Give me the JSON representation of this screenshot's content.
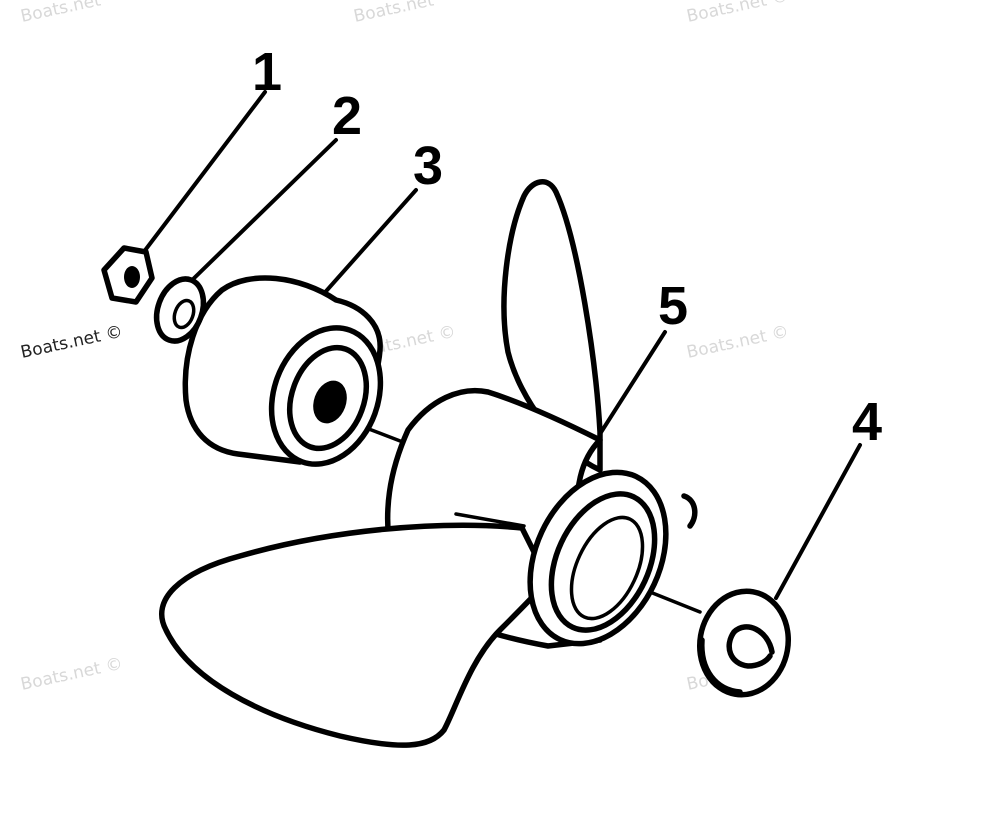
{
  "diagram": {
    "parts": [
      {
        "number": "1",
        "kind": "nut"
      },
      {
        "number": "2",
        "kind": "washer"
      },
      {
        "number": "3",
        "kind": "spacer"
      },
      {
        "number": "4",
        "kind": "thrust-washer"
      },
      {
        "number": "5",
        "kind": "propeller"
      }
    ]
  },
  "watermarks": {
    "text": "Boats.net ©",
    "top_left": "Boats.net",
    "top_center": "Boats.net",
    "top_right": "Boats.net ©"
  },
  "colors": {
    "ink": "#000000",
    "background": "#ffffff",
    "watermark": "#d8d8d8"
  }
}
